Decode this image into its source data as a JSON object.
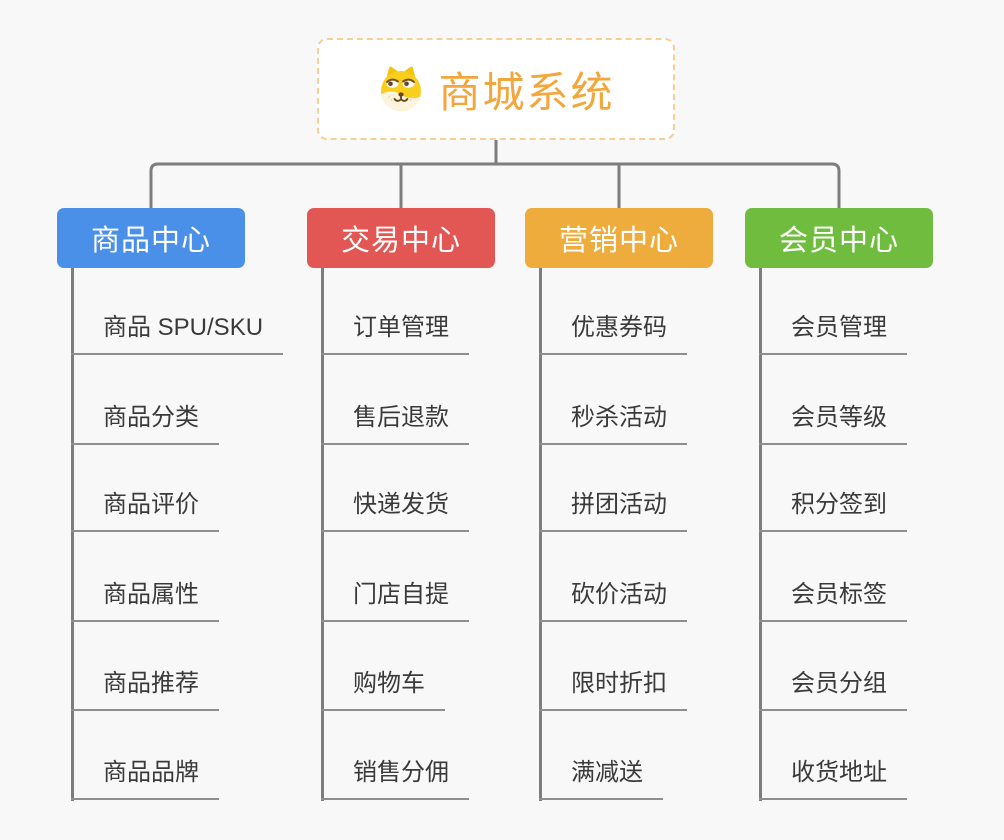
{
  "page": {
    "background_color": "#f8f8f8"
  },
  "root": {
    "title": "商城系统",
    "icon": "shiba-dog-face-icon",
    "title_color": "#f2a63b",
    "border_color": "#f6cf96",
    "background_color": "#ffffff"
  },
  "connectors": {
    "tree_line_color": "#7d7d7d",
    "underline_color": "#8e8e8e"
  },
  "branches": [
    {
      "label": "商品中心",
      "color": "#4a90e8",
      "items": [
        "商品 SPU/SKU",
        "商品分类",
        "商品评价",
        "商品属性",
        "商品推荐",
        "商品品牌"
      ]
    },
    {
      "label": "交易中心",
      "color": "#e25653",
      "items": [
        "订单管理",
        "售后退款",
        "快递发货",
        "门店自提",
        "购物车",
        "销售分佣"
      ]
    },
    {
      "label": "营销中心",
      "color": "#eeac3d",
      "items": [
        "优惠券码",
        "秒杀活动",
        "拼团活动",
        "砍价活动",
        "限时折扣",
        "满减送"
      ]
    },
    {
      "label": "会员中心",
      "color": "#6fbc3e",
      "items": [
        "会员管理",
        "会员等级",
        "积分签到",
        "会员标签",
        "会员分组",
        "收货地址"
      ]
    }
  ]
}
